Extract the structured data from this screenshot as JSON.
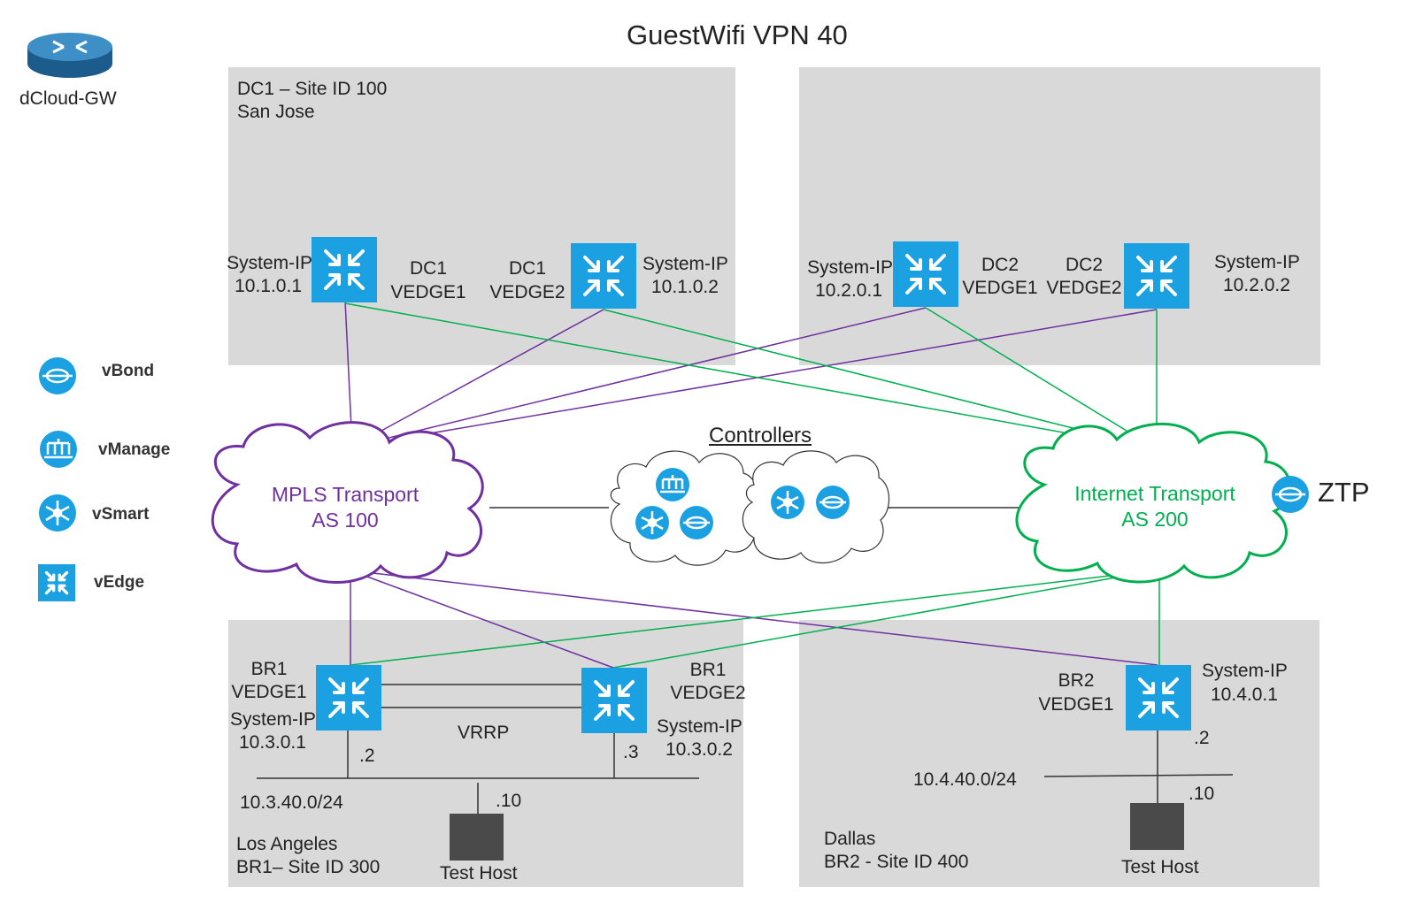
{
  "title": "GuestWifi VPN 40",
  "gateway": {
    "label": "dCloud-GW"
  },
  "legend": [
    {
      "icon": "vbond-icon",
      "label": "vBond"
    },
    {
      "icon": "vmanage-icon",
      "label": "vManage"
    },
    {
      "icon": "vsmart-icon",
      "label": "vSmart"
    },
    {
      "icon": "vedge-icon",
      "label": "vEdge"
    }
  ],
  "sites": {
    "dc1": {
      "line1": "DC1 – Site ID 100",
      "line2": "San Jose"
    },
    "br1": {
      "line1": "Los Angeles",
      "line2": "BR1– Site ID  300"
    },
    "br2": {
      "line1": "Dallas",
      "line2": "BR2  - Site ID  400"
    }
  },
  "devices": {
    "dc1_vedge1": {
      "name1": "DC1",
      "name2": "VEDGE1",
      "sys1": "System-IP",
      "sys2": "10.1.0.1"
    },
    "dc1_vedge2": {
      "name1": "DC1",
      "name2": "VEDGE2",
      "sys1": "System-IP",
      "sys2": "10.1.0.2"
    },
    "dc2_vedge1": {
      "name1": "DC2",
      "name2": "VEDGE1",
      "sys1": "System-IP",
      "sys2": "10.2.0.1"
    },
    "dc2_vedge2": {
      "name1": "DC2",
      "name2": "VEDGE2",
      "sys1": "System-IP",
      "sys2": "10.2.0.2"
    },
    "br1_vedge1": {
      "name1": "BR1",
      "name2": "VEDGE1",
      "sys1": "System-IP",
      "sys2": "10.3.0.1",
      "iface": ".2"
    },
    "br1_vedge2": {
      "name1": "BR1",
      "name2": "VEDGE2",
      "sys1": "System-IP",
      "sys2": "10.3.0.2",
      "iface": ".3"
    },
    "br2_vedge1": {
      "name1": "BR2",
      "name2": "VEDGE1",
      "sys1": "System-IP",
      "sys2": "10.4.0.1",
      "iface": ".2"
    }
  },
  "transports": {
    "mpls": {
      "line1": "MPLS Transport",
      "line2": "AS 100",
      "color": "#7030a0"
    },
    "internet": {
      "line1": "Internet Transport",
      "line2": "AS 200",
      "color": "#00b050"
    }
  },
  "controllers": {
    "label": "Controllers"
  },
  "ztp": {
    "label": "ZTP"
  },
  "vrrp": {
    "label": "VRRP"
  },
  "subnets": {
    "br1": "10.3.40.0/24",
    "br2": "10.4.40.0/24"
  },
  "hosts": {
    "br1": {
      "label": "Test Host",
      "addr": ".10"
    },
    "br2": {
      "label": "Test Host",
      "addr": ".10"
    }
  },
  "colors": {
    "site_fill": "#d9d9d9",
    "vedge_blue": "#1ba1e2",
    "mpls": "#7030a0",
    "internet": "#00b050"
  }
}
